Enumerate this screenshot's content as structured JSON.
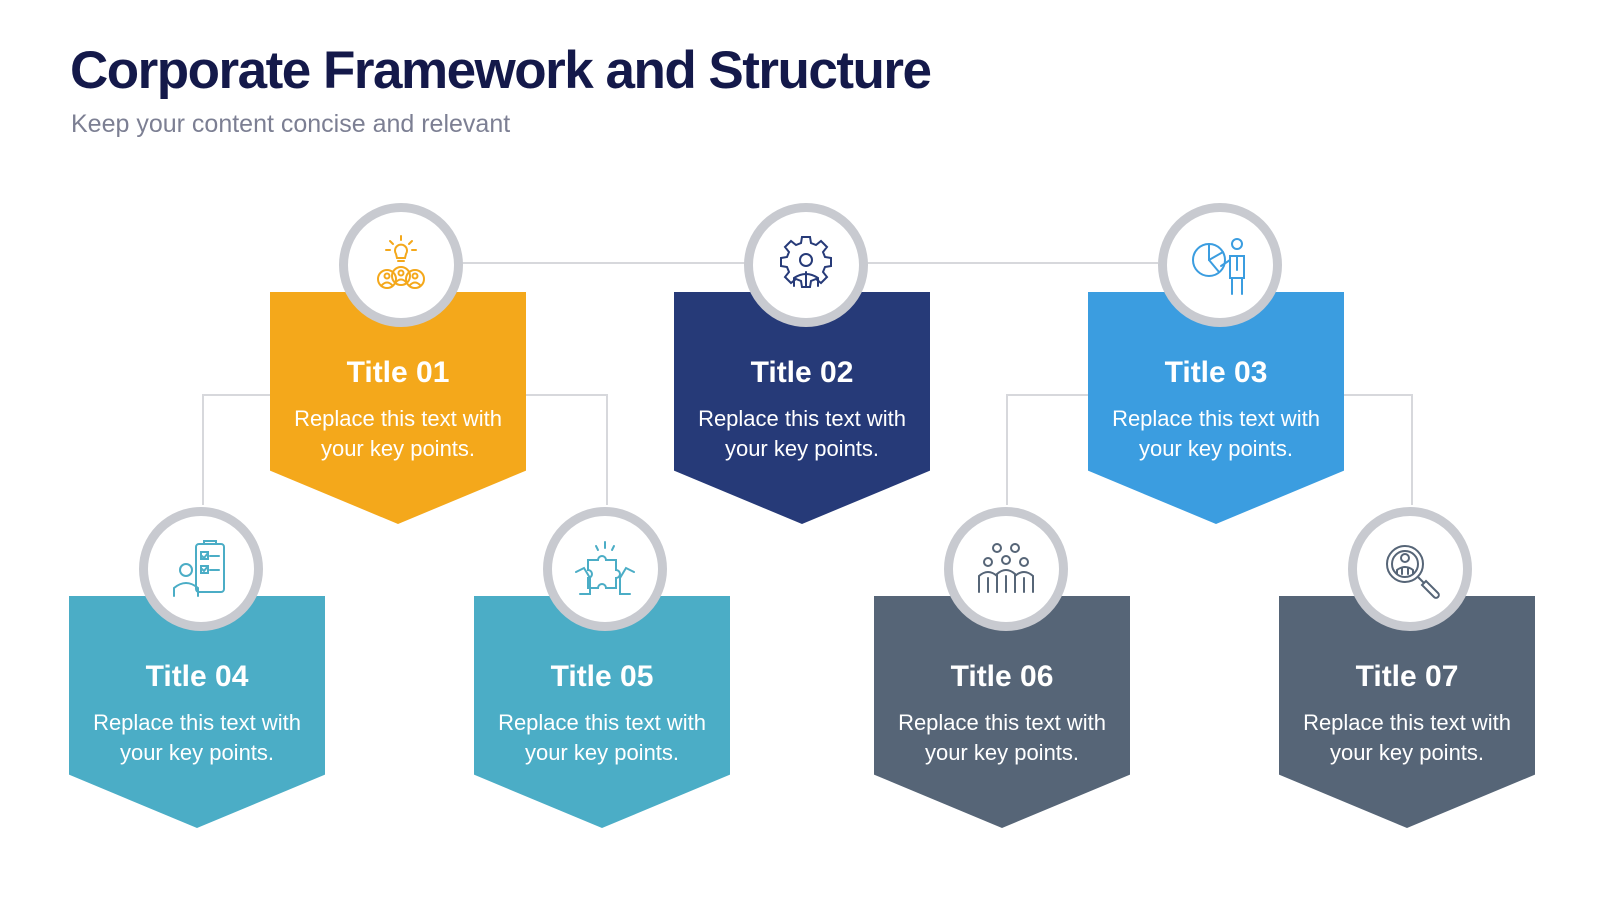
{
  "header": {
    "title": "Corporate Framework and Structure",
    "subtitle": "Keep your content concise and relevant"
  },
  "colors": {
    "orange": "#f4a81b",
    "navy": "#263a78",
    "blue": "#3b9de0",
    "teal": "#4badc6",
    "slate": "#566577",
    "ring": "#c8cad0",
    "connector": "#d7d8dc"
  },
  "cards": [
    {
      "title": "Title 01",
      "text": "Replace this text with your key points.",
      "color": "orange",
      "icon": "team-idea-icon"
    },
    {
      "title": "Title 02",
      "text": "Replace this text with your key points.",
      "color": "navy",
      "icon": "gear-person-icon"
    },
    {
      "title": "Title 03",
      "text": "Replace this text with your key points.",
      "color": "blue",
      "icon": "presentation-chart-icon"
    },
    {
      "title": "Title 04",
      "text": "Replace this text with your key points.",
      "color": "teal",
      "icon": "checklist-person-icon"
    },
    {
      "title": "Title 05",
      "text": "Replace this text with your key points.",
      "color": "teal",
      "icon": "puzzle-hands-icon"
    },
    {
      "title": "Title 06",
      "text": "Replace this text with your key points.",
      "color": "slate",
      "icon": "team-group-icon"
    },
    {
      "title": "Title 07",
      "text": "Replace this text with your key points.",
      "color": "slate",
      "icon": "magnify-analytics-icon"
    }
  ]
}
